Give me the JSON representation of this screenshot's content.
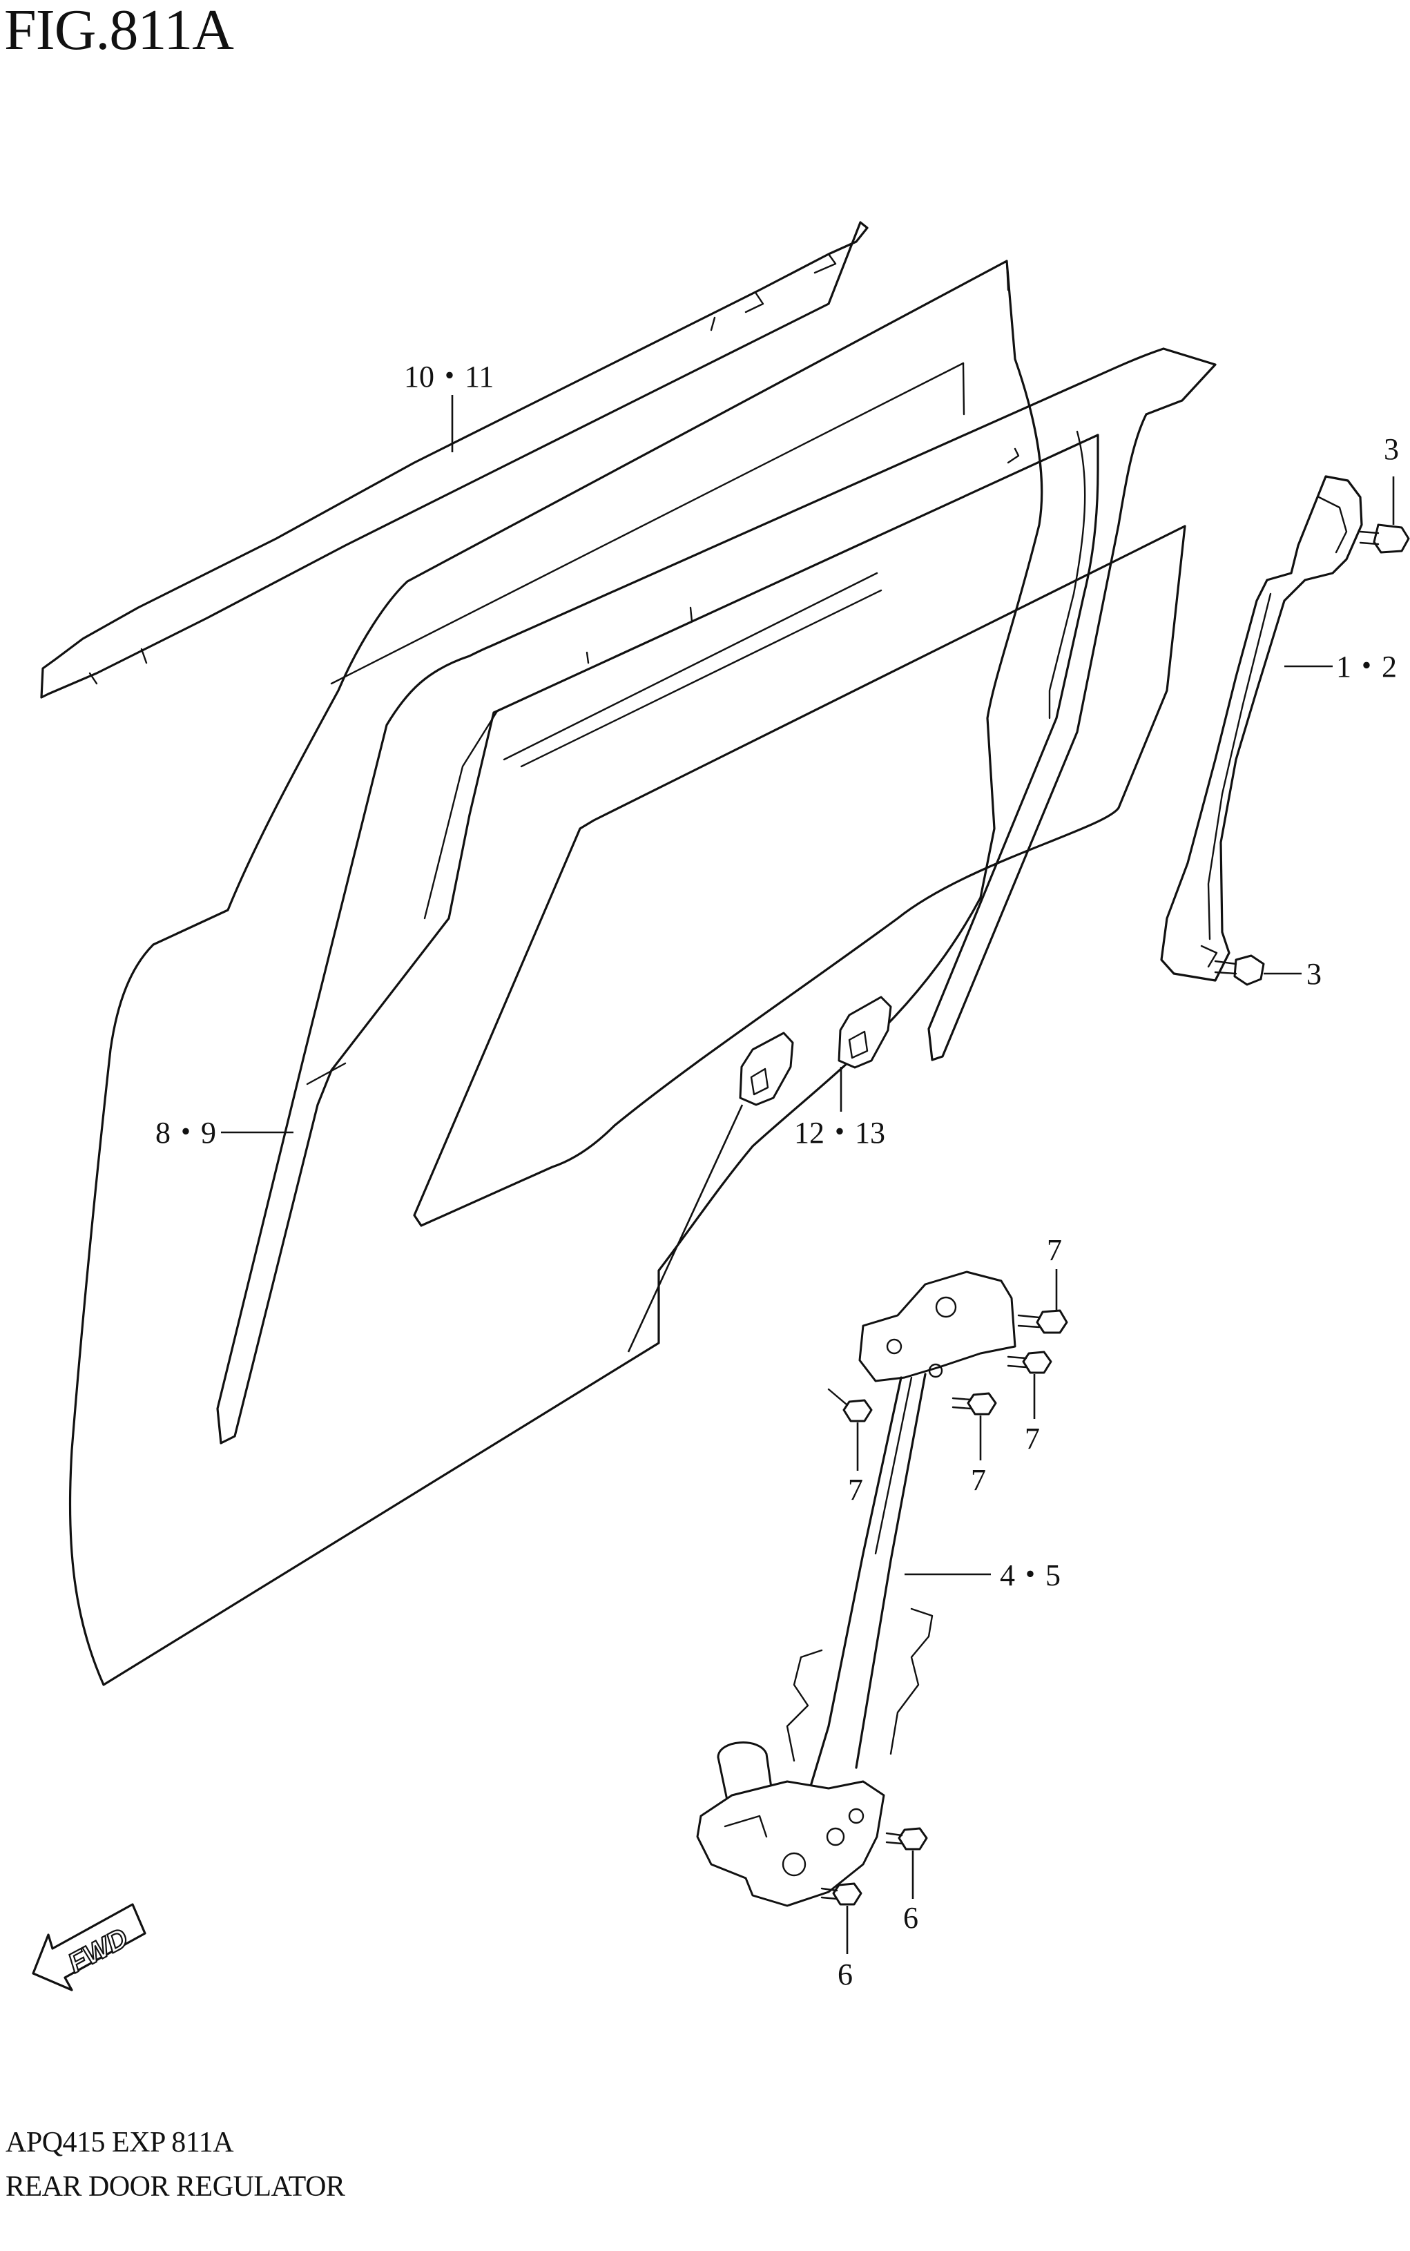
{
  "figure": {
    "title": "FIG.811A",
    "code": "APQ415 EXP 811A",
    "name": "REAR DOOR REGULATOR"
  },
  "callouts": [
    {
      "id": "weatherstrip",
      "label": "10・11"
    },
    {
      "id": "sash-channel",
      "label": "8・9"
    },
    {
      "id": "glass-holder",
      "label": "12・13"
    },
    {
      "id": "rear-channel",
      "label": "1・2"
    },
    {
      "id": "bolt-top",
      "label": "3"
    },
    {
      "id": "bolt-bottom",
      "label": "3"
    },
    {
      "id": "regulator",
      "label": "4・5"
    },
    {
      "id": "bolt7-a",
      "label": "7"
    },
    {
      "id": "bolt7-b",
      "label": "7"
    },
    {
      "id": "bolt7-c",
      "label": "7"
    },
    {
      "id": "bolt7-d",
      "label": "7"
    },
    {
      "id": "bolt6-a",
      "label": "6"
    },
    {
      "id": "bolt6-b",
      "label": "6"
    }
  ],
  "direction_marker": {
    "label": "FWD",
    "icon": "fwd-arrow-icon"
  },
  "colors": {
    "ink": "#111111",
    "paper": "#ffffff"
  }
}
